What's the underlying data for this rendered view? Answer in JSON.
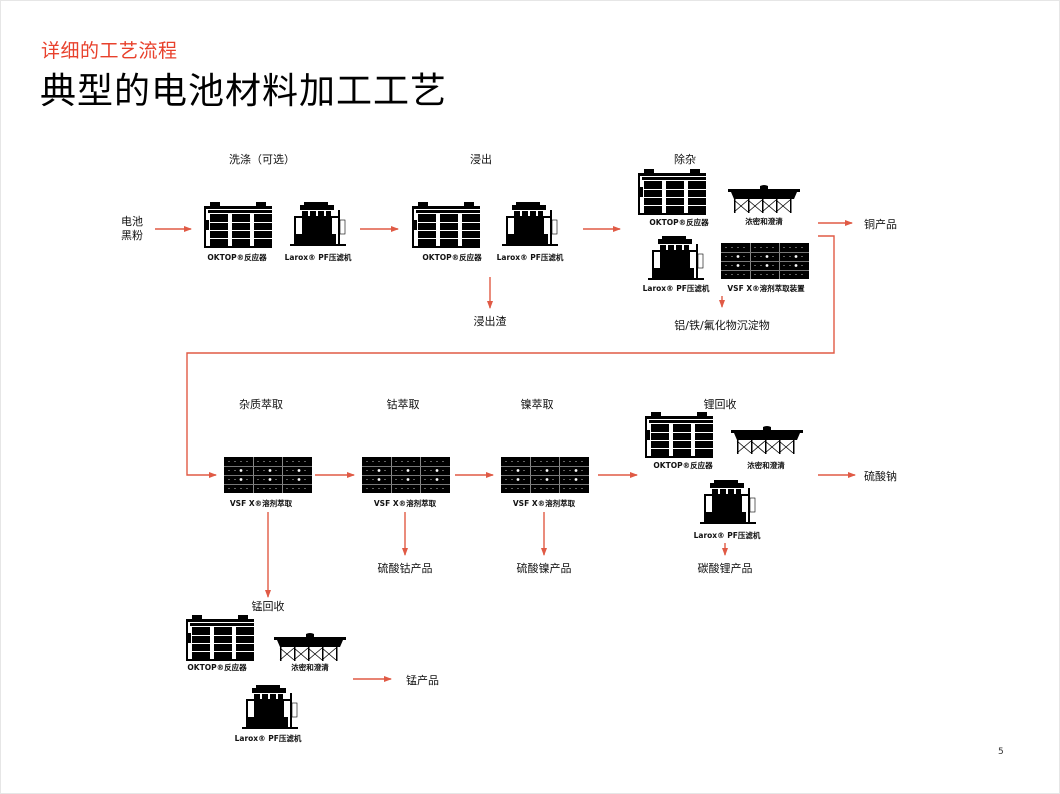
{
  "header": {
    "subtitle": "详细的工艺流程",
    "title": "典型的电池材料加工工艺"
  },
  "colors": {
    "accent": "#e8412c",
    "arrow": "#e05a45",
    "equipment": "#000000"
  },
  "input": {
    "line1": "电池",
    "line2": "黑粉"
  },
  "stages": {
    "washing": {
      "label": "洗涤（可选）",
      "eq1": "OKTOP®反应器",
      "eq2": "Larox® PF压滤机"
    },
    "leaching": {
      "label": "浸出",
      "eq1": "OKTOP®反应器",
      "eq2": "Larox® PF压滤机",
      "byproduct": "浸出渣"
    },
    "impurity_removal": {
      "label": "除杂",
      "eq1": "OKTOP®反应器",
      "eq2": "浓密和澄清",
      "eq3": "Larox® PF压滤机",
      "eq4": "VSF X®溶剂萃取装置",
      "product": "铜产品",
      "byproduct": "铝/铁/氟化物沉淀物"
    },
    "impurity_sx": {
      "label": "杂质萃取",
      "eq1": "VSF X®溶剂萃取"
    },
    "cobalt_sx": {
      "label": "钴萃取",
      "eq1": "VSF X®溶剂萃取",
      "product": "硫酸钴产品"
    },
    "nickel_sx": {
      "label": "镍萃取",
      "eq1": "VSF X®溶剂萃取",
      "product": "硫酸镍产品"
    },
    "lithium_recovery": {
      "label": "锂回收",
      "eq1": "OKTOP®反应器",
      "eq2": "浓密和澄清",
      "eq3": "Larox® PF压滤机",
      "product": "碳酸锂产品",
      "byproduct": "硫酸钠"
    },
    "manganese_recovery": {
      "label": "锰回收",
      "eq1": "OKTOP®反应器",
      "eq2": "浓密和澄清",
      "eq3": "Larox® PF压滤机",
      "product": "锰产品"
    }
  },
  "icons": {
    "reactor": "oktop-reactor-icon",
    "filter": "larox-filter-press-icon",
    "thickener": "thickener-icon",
    "sx": "vsfx-solvent-extraction-icon"
  },
  "footer": {
    "page_number": "5"
  }
}
